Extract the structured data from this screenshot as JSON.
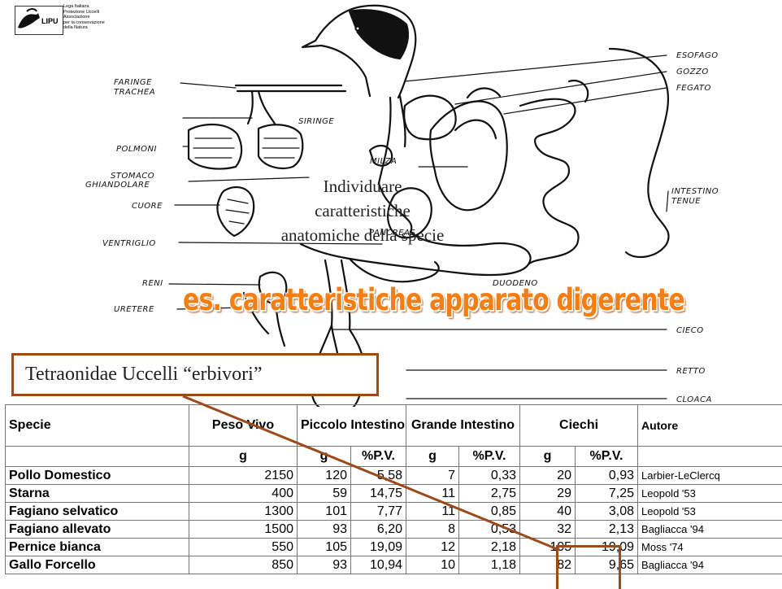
{
  "logo": {
    "mark_text": "LIPU",
    "lines": [
      "Lega Italiana",
      "Protezione Uccelli",
      "Associazione",
      "per la conservazione",
      "della Natura"
    ]
  },
  "organ_labels": {
    "faringe": "FARINGE",
    "trachea": "TRACHEA",
    "siringe": "SIRINGE",
    "polmoni": "POLMONI",
    "stomaco": "STOMACO",
    "ghiandolare": "GHIANDOLARE",
    "cuore": "CUORE",
    "ventriglio": "VENTRIGLIO",
    "reni": "RENI",
    "uretere": "URETERE",
    "milza": "MILZA",
    "pancreas": "PANCREAS",
    "duodeno": "DUODENO",
    "esofago": "ESOFAGO",
    "gozzo": "GOZZO",
    "fegato": "FEGATO",
    "intestino": "INTESTINO",
    "tenue": "TENUE",
    "cieco": "CIECO",
    "retto": "RETTO",
    "cloaca": "CLOACA"
  },
  "note_lines": [
    "Individuare",
    "caratteristiche",
    "anatomiche della specie"
  ],
  "overlay_title": "es. caratteristiche apparato digerente",
  "caption": "Tetraonidae Uccelli “erbivori”",
  "table": {
    "headers": {
      "specie": "Specie",
      "peso_vivo": "Peso Vivo",
      "piccolo": "Piccolo Intestino",
      "grande": "Grande Intestino",
      "ciechi": "Ciechi",
      "autore": "Autore"
    },
    "subheaders": [
      "g",
      "g",
      "%P.V.",
      "g",
      "%P.V.",
      "g",
      "%P.V.",
      ""
    ],
    "rows": [
      {
        "specie": "Pollo Domestico",
        "peso": "2150",
        "pi_g": "120",
        "pi_pv": "5,58",
        "gi_g": "7",
        "gi_pv": "0,33",
        "ci_g": "20",
        "ci_pv": "0,93",
        "autore": "Larbier-LeClercq"
      },
      {
        "specie": "Starna",
        "peso": "400",
        "pi_g": "59",
        "pi_pv": "14,75",
        "gi_g": "11",
        "gi_pv": "2,75",
        "ci_g": "29",
        "ci_pv": "7,25",
        "autore": "Leopold '53"
      },
      {
        "specie": "Fagiano selvatico",
        "peso": "1300",
        "pi_g": "101",
        "pi_pv": "7,77",
        "gi_g": "11",
        "gi_pv": "0,85",
        "ci_g": "40",
        "ci_pv": "3,08",
        "autore": "Leopold '53"
      },
      {
        "specie": "Fagiano allevato",
        "peso": "1500",
        "pi_g": "93",
        "pi_pv": "6,20",
        "gi_g": "8",
        "gi_pv": "0,53",
        "ci_g": "32",
        "ci_pv": "2,13",
        "autore": "Bagliacca '94"
      },
      {
        "specie": "Pernice bianca",
        "peso": "550",
        "pi_g": "105",
        "pi_pv": "19,09",
        "gi_g": "12",
        "gi_pv": "2,18",
        "ci_g": "105",
        "ci_pv": "19,09",
        "autore": "Moss '74"
      },
      {
        "specie": "Gallo Forcello",
        "peso": "850",
        "pi_g": "93",
        "pi_pv": "10,94",
        "gi_g": "10",
        "gi_pv": "1,18",
        "ci_g": "82",
        "ci_pv": "9,65",
        "autore": "Bagliacca '94"
      }
    ]
  },
  "colors": {
    "accent_orange": "#f57e13",
    "box_brown": "#9c4a1a"
  }
}
